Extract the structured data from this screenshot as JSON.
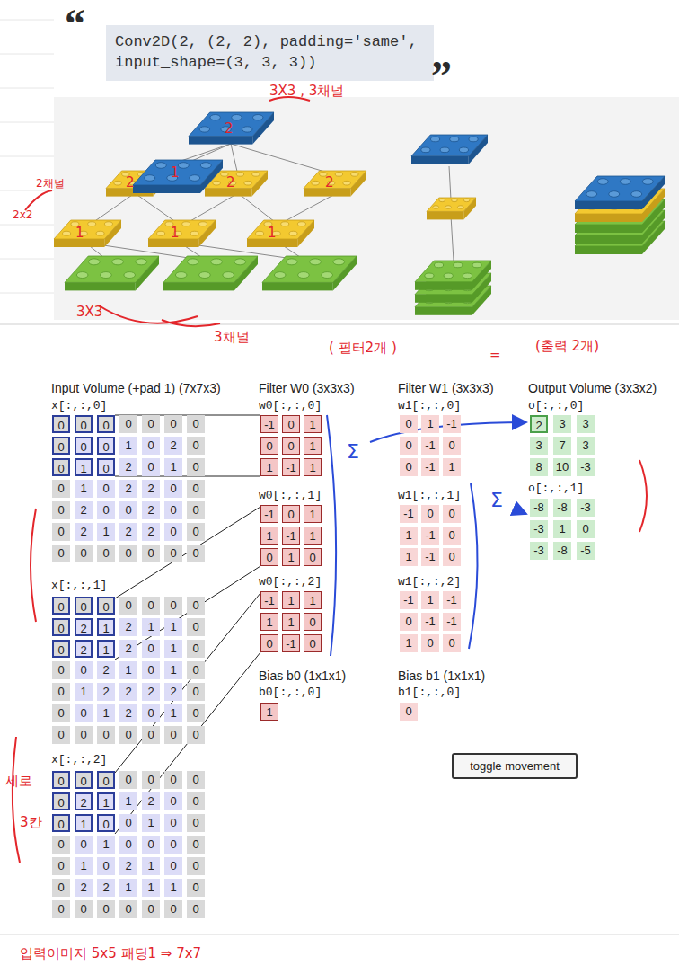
{
  "diagram": {
    "nodes": [
      {
        "text": [
          "Conv2D(2, (2, 2), padding='same', input_shape=(3, 3, 3))"
        ]
      },
      {
        "text": [
          "toggle movement"
        ]
      }
    ],
    "labels": [
      "“",
      "”",
      "3X3 , 3채널",
      "2x2",
      "2채널",
      "2",
      "2",
      "1",
      "2",
      "2",
      "1",
      "1",
      "1",
      "3X3",
      "3채널",
      "( 필터2개 )",
      "=",
      "(출력 2개)",
      "Input Volume (+pad 1) (7x7x3)",
      "x[:,:,0]",
      "0",
      "0",
      "0",
      "0",
      "0",
      "0",
      "0",
      "0",
      "0",
      "0",
      "1",
      "0",
      "2",
      "0",
      "0",
      "1",
      "0",
      "2",
      "0",
      "1",
      "0",
      "0",
      "1",
      "0",
      "2",
      "2",
      "0",
      "0",
      "0",
      "2",
      "0",
      "0",
      "2",
      "0",
      "0",
      "0",
      "2",
      "1",
      "2",
      "2",
      "0",
      "0",
      "0",
      "0",
      "0",
      "0",
      "0",
      "0",
      "0",
      "x[:,:,1]",
      "0",
      "0",
      "0",
      "0",
      "0",
      "0",
      "0",
      "0",
      "2",
      "1",
      "2",
      "1",
      "1",
      "0",
      "0",
      "2",
      "1",
      "2",
      "0",
      "1",
      "0",
      "0",
      "0",
      "2",
      "1",
      "0",
      "1",
      "0",
      "0",
      "1",
      "2",
      "2",
      "2",
      "2",
      "0",
      "0",
      "0",
      "1",
      "2",
      "0",
      "1",
      "0",
      "0",
      "0",
      "0",
      "0",
      "0",
      "0",
      "0",
      "x[:,:,2]",
      "0",
      "0",
      "0",
      "0",
      "0",
      "0",
      "0",
      "0",
      "2",
      "1",
      "1",
      "2",
      "0",
      "0",
      "0",
      "1",
      "0",
      "0",
      "1",
      "0",
      "0",
      "0",
      "0",
      "1",
      "0",
      "0",
      "0",
      "0",
      "0",
      "1",
      "0",
      "2",
      "1",
      "0",
      "0",
      "0",
      "2",
      "2",
      "1",
      "1",
      "1",
      "0",
      "0",
      "0",
      "0",
      "0",
      "0",
      "0",
      "0",
      "Filter W0 (3x3x3)",
      "w0[:,:,0]",
      "-1",
      "0",
      "1",
      "0",
      "0",
      "1",
      "1",
      "-1",
      "1",
      "w0[:,:,1]",
      "-1",
      "0",
      "1",
      "1",
      "-1",
      "1",
      "0",
      "1",
      "0",
      "w0[:,:,2]",
      "-1",
      "1",
      "1",
      "1",
      "1",
      "0",
      "0",
      "-1",
      "0",
      "Bias b0 (1x1x1)",
      "b0[:,:,0]",
      "1",
      "Filter W1 (3x3x3)",
      "w1[:,:,0]",
      "0",
      "1",
      "-1",
      "0",
      "-1",
      "0",
      "0",
      "-1",
      "1",
      "w1[:,:,1]",
      "-1",
      "0",
      "0",
      "1",
      "-1",
      "0",
      "1",
      "-1",
      "0",
      "w1[:,:,2]",
      "-1",
      "1",
      "-1",
      "0",
      "-1",
      "-1",
      "1",
      "0",
      "0",
      "Bias b1 (1x1x1)",
      "b1[:,:,0]",
      "0",
      "Output Volume (3x3x2)",
      "o[:,:,0]",
      "2",
      "3",
      "3",
      "3",
      "7",
      "3",
      "8",
      "10",
      "-3",
      "o[:,:,1]",
      "-8",
      "-8",
      "-3",
      "-3",
      "1",
      "0",
      "-3",
      "-8",
      "-5",
      "Σ",
      "Σ",
      "세로",
      "3칸",
      "입력이미지 5x5 패딩1 ⇒ 7x7"
    ]
  }
}
